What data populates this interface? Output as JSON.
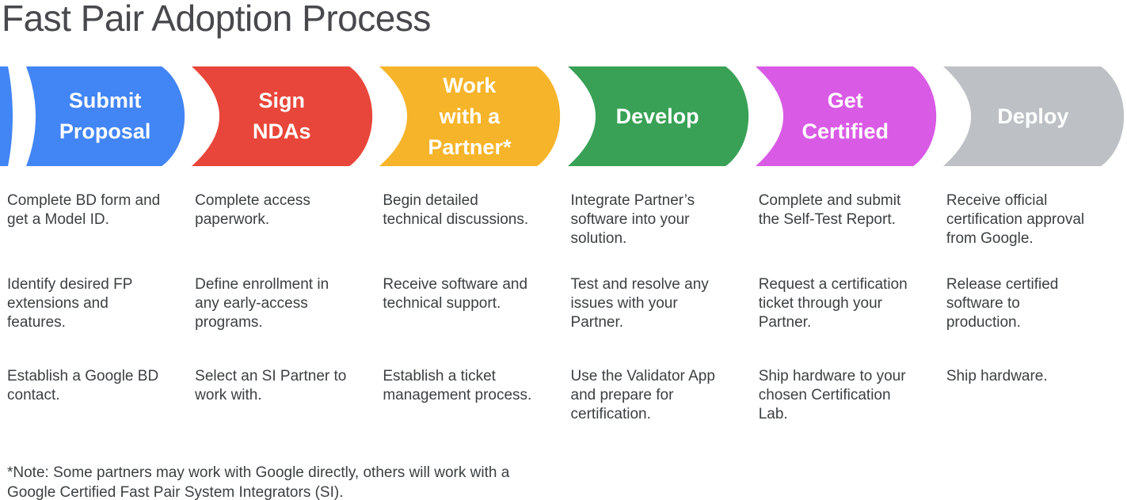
{
  "title": "Fast Pair Adoption Process",
  "steps": [
    {
      "id": "submit-proposal",
      "label": "Submit\nProposal",
      "color": "#4285F4",
      "tasks": [
        "Complete BD form and\nget a Model ID.",
        "Identify desired FP\nextensions and\nfeatures.",
        "Establish a Google BD\ncontact."
      ]
    },
    {
      "id": "sign-ndas",
      "label": "Sign\nNDAs",
      "color": "#E8463A",
      "tasks": [
        "Complete access\npaperwork.",
        "Define enrollment in\nany early-access\nprograms.",
        "Select an SI Partner to\nwork with."
      ]
    },
    {
      "id": "work-with-a-partner",
      "label": "Work\nwith a\nPartner*",
      "color": "#F6B42A",
      "tasks": [
        "Begin detailed\ntechnical discussions.",
        "Receive software and\ntechnical support.",
        "Establish a ticket\nmanagement process."
      ]
    },
    {
      "id": "develop",
      "label": "Develop",
      "color": "#38A156",
      "tasks": [
        "Integrate Partner’s\nsoftware into your\nsolution.",
        "Test and resolve any\nissues with your\nPartner.",
        "Use the Validator App\nand prepare for\ncertification."
      ]
    },
    {
      "id": "get-certified",
      "label": "Get\nCertified",
      "color": "#D95BE5",
      "tasks": [
        "Complete and submit\nthe Self-Test Report.",
        "Request a certification\nticket through your\nPartner.",
        "Ship hardware to your\nchosen Certification\nLab."
      ]
    },
    {
      "id": "deploy",
      "label": "Deploy",
      "color": "#BDC1C6",
      "tasks": [
        "Receive official\ncertification approval\nfrom Google.",
        "Release certified\nsoftware to\nproduction.",
        "Ship hardware."
      ]
    }
  ],
  "note": "*Note: Some partners may work with Google directly, others will work with a\nGoogle Certified Fast Pair System Integrators (SI).",
  "colors": {
    "title_text": "#47494D",
    "body_text": "#3C4043",
    "label_text": "#FFFFFF",
    "background": "#FFFFFF"
  }
}
